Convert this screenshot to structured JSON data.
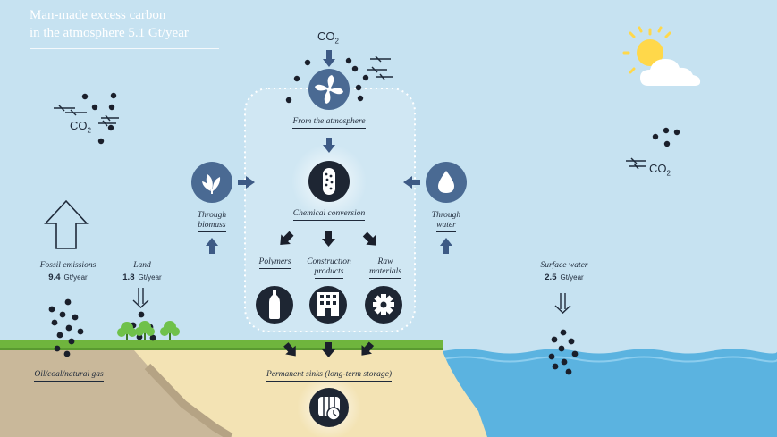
{
  "title": {
    "line1": "Man-made excess carbon",
    "line2": "in the atmosphere 5.1 Gt/year"
  },
  "co2_labels": {
    "text": "CO",
    "sub": "2"
  },
  "nodes": {
    "atmosphere": {
      "label": "From the atmosphere",
      "icon": "fan-icon"
    },
    "biomass": {
      "label_line1": "Through",
      "label_line2": "biomass",
      "icon": "leaves-icon"
    },
    "water": {
      "label_line1": "Through",
      "label_line2": "water",
      "icon": "water-drop-icon"
    },
    "conversion": {
      "label": "Chemical conversion",
      "icon": "reactor-capsule-icon"
    },
    "polymers": {
      "label": "Polymers",
      "icon": "bottle-icon"
    },
    "construction": {
      "label_line1": "Construction",
      "label_line2": "products",
      "icon": "building-icon"
    },
    "raw_materials": {
      "label_line1": "Raw",
      "label_line2": "materials",
      "icon": "gear-icon"
    },
    "sinks": {
      "label": "Permanent sinks (long-term storage)",
      "icon": "storage-clock-icon"
    }
  },
  "emissions": {
    "fossil": {
      "label": "Fossil emissions",
      "value": "9.4",
      "unit": "Gt/year"
    },
    "land": {
      "label": "Land",
      "value": "1.8",
      "unit": "Gt/year"
    },
    "surface_water": {
      "label": "Surface water",
      "value": "2.5",
      "unit": "Gt/year"
    }
  },
  "ground_label": "Oil/coal/natural gas",
  "colors": {
    "sky": "#c6e2f1",
    "sea": "#5bb3e0",
    "grass": "#6fb53d",
    "soil": "#f3e3b4",
    "rock": "#c9b89a",
    "node_blue": "#4a6a93",
    "node_dark": "#1e2633",
    "arrow": "#3d5a85",
    "sun": "#ffd84a"
  }
}
